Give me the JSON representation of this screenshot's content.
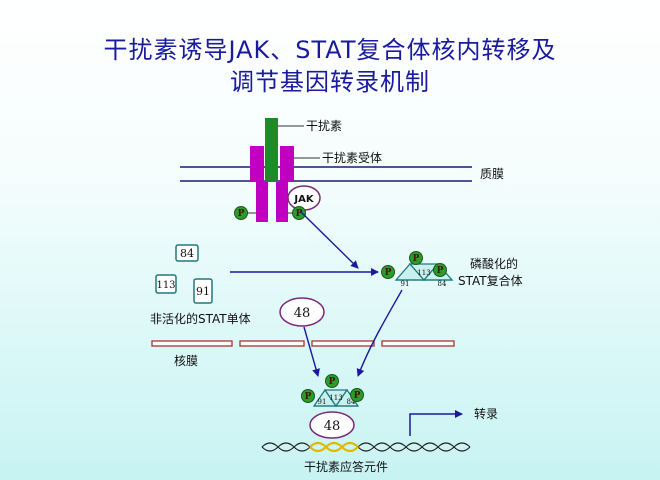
{
  "title": {
    "line1": "干扰素诱导JAK、STAT复合体核内转移及",
    "line2": "调节基因转录机制"
  },
  "labels": {
    "interferon": "干扰素",
    "receptor": "干扰素受体",
    "plasma_membrane": "质膜",
    "jak": "JAK",
    "phospho_complex_line1": "磷酸化的",
    "phospho_complex_line2": "STAT复合体",
    "inactive_monomer": "非活化的STAT单体",
    "nuclear_membrane": "核膜",
    "transcription": "转录",
    "response_element": "干扰素应答元件"
  },
  "proteins": {
    "stat_84": "84",
    "stat_113": "113",
    "stat_91": "91",
    "p48": "48",
    "phosphate": "P"
  },
  "colors": {
    "title": "#1a1a9c",
    "interferon": "#1f8a2a",
    "receptor": "#c000c0",
    "membrane": "#1a1a7a",
    "arrow": "#1a1a9c",
    "stat_box": "#1e7a7a",
    "phosphate_fill": "#2e9a2e",
    "nuclear_membrane": "#b03030",
    "p48_oval": "#7a2a7a"
  }
}
